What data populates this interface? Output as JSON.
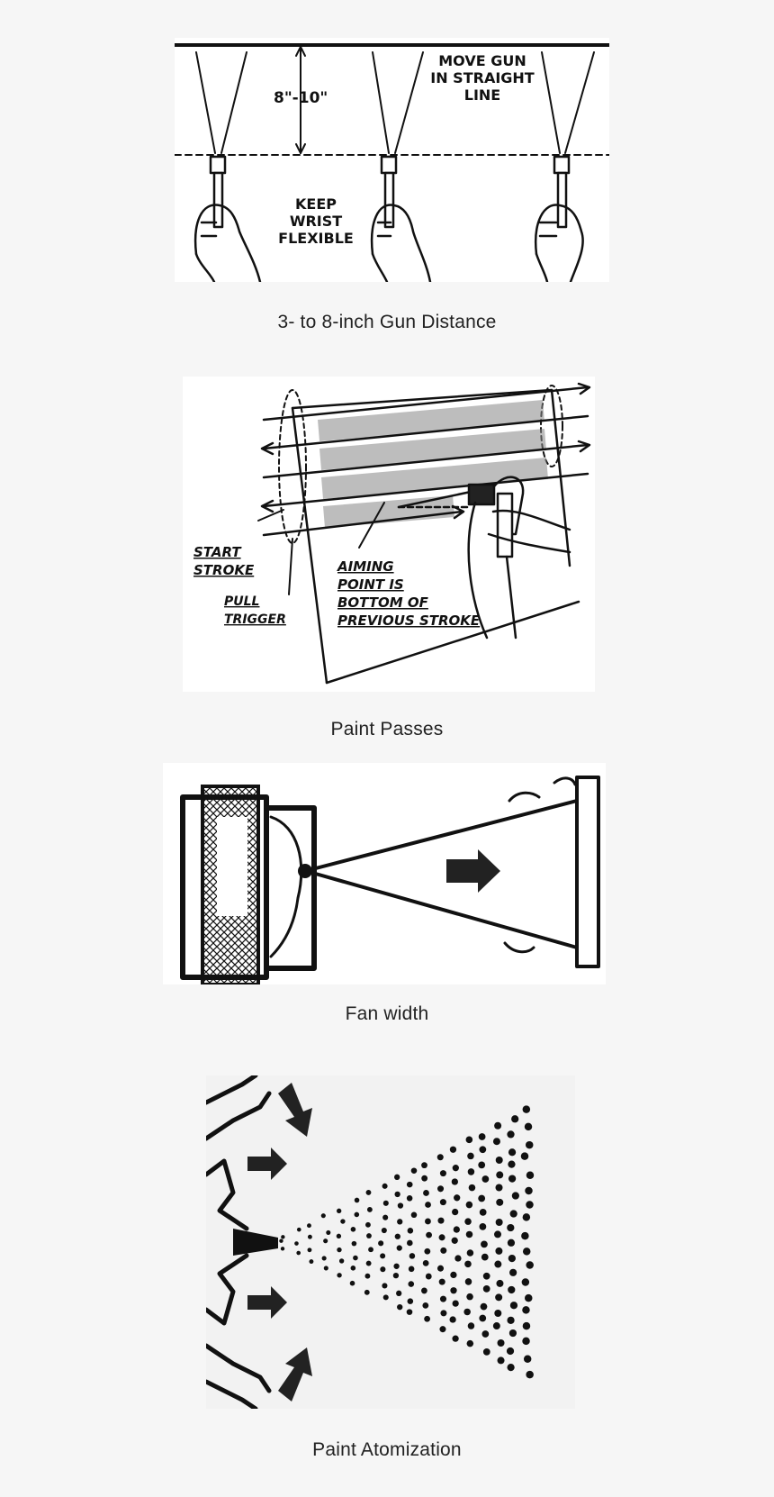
{
  "figures": [
    {
      "caption": "3- to 8-inch Gun Distance",
      "labels": {
        "distance": "8\"-10\"",
        "move_gun_1": "MOVE GUN",
        "move_gun_2": "IN STRAIGHT",
        "move_gun_3": "LINE",
        "wrist_1": "KEEP",
        "wrist_2": "WRIST",
        "wrist_3": "FLEXIBLE"
      }
    },
    {
      "caption": "Paint Passes",
      "labels": {
        "start_1": "START",
        "start_2": "STROKE",
        "pull_1": "PULL",
        "pull_2": "TRIGGER",
        "aim_1": "AIMING",
        "aim_2": "POINT IS",
        "aim_3": "BOTTOM OF",
        "aim_4": "PREVIOUS STROKE"
      }
    },
    {
      "caption": "Fan width"
    },
    {
      "caption": "Paint Atomization"
    }
  ]
}
